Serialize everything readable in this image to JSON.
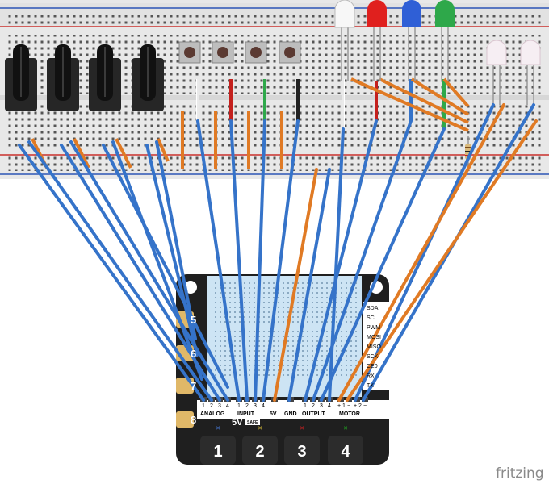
{
  "board": {
    "side_numbers": [
      "5",
      "6",
      "7",
      "8"
    ],
    "headers": {
      "analog": "ANALOG",
      "input": "INPUT",
      "v5": "5V",
      "gnd": "GND",
      "output": "OUTPUT",
      "motor": "MOTOR"
    },
    "analog_pins": [
      "1",
      "2",
      "3",
      "4"
    ],
    "input_pins": [
      "1",
      "2",
      "3",
      "4"
    ],
    "output_pins": [
      "1",
      "2",
      "3",
      "4"
    ],
    "motor_pins": [
      "+",
      "1",
      "−",
      "+",
      "2",
      "−"
    ],
    "right_labels": [
      "SDA",
      "SCL",
      "PWM",
      "MOSI",
      "MISO",
      "SCK",
      "CE0",
      "RX",
      "TX"
    ],
    "safe_label": "5V",
    "safe_sub": "SAFE",
    "buttons": [
      "1",
      "2",
      "3",
      "4"
    ]
  },
  "components": {
    "potentiometers": 4,
    "pushbuttons": 4,
    "leds_top": [
      "#f2f2f2",
      "#e0201e",
      "#2f5fd6",
      "#2ea84a"
    ],
    "leds_right": [
      "#f6eef3",
      "#f6eef3"
    ]
  },
  "colors": {
    "wire_blue": "#3573c9",
    "wire_orange": "#e07a24",
    "breadboard": "#e6e6e6",
    "board_black": "#1f1f1f",
    "board_blue": "#cde4f4"
  },
  "watermark": "fritzing"
}
